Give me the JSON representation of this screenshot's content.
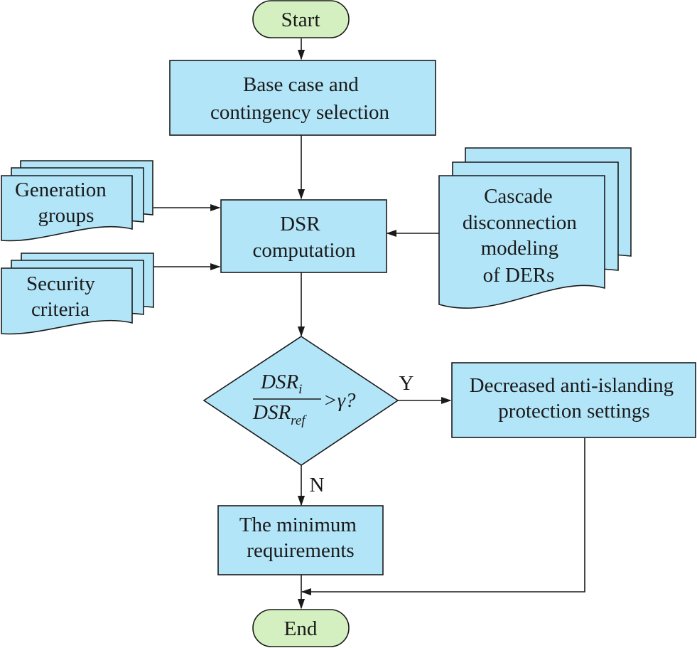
{
  "colors": {
    "process_fill": "#b3e5f8",
    "terminal_fill": "#d4f0c0",
    "stroke": "#1a1a1a"
  },
  "nodes": {
    "start": "Start",
    "base_case": [
      "Base case and",
      "contingency selection"
    ],
    "generation_groups": [
      "Generation",
      "groups"
    ],
    "security_criteria": [
      "Security",
      "criteria"
    ],
    "dsr_computation": [
      "DSR",
      "computation"
    ],
    "cascade": [
      "Cascade",
      "disconnection",
      "modeling",
      "of DERs"
    ],
    "decision": {
      "numerator_main": "DSR",
      "numerator_sub": "i",
      "denominator_main": "DSR",
      "denominator_sub": "ref",
      "comparison": ">γ?"
    },
    "decreased": [
      "Decreased anti-islanding",
      "protection settings"
    ],
    "minimum": [
      "The minimum",
      "requirements"
    ],
    "end": "End"
  },
  "edge_labels": {
    "yes": "Y",
    "no": "N"
  }
}
